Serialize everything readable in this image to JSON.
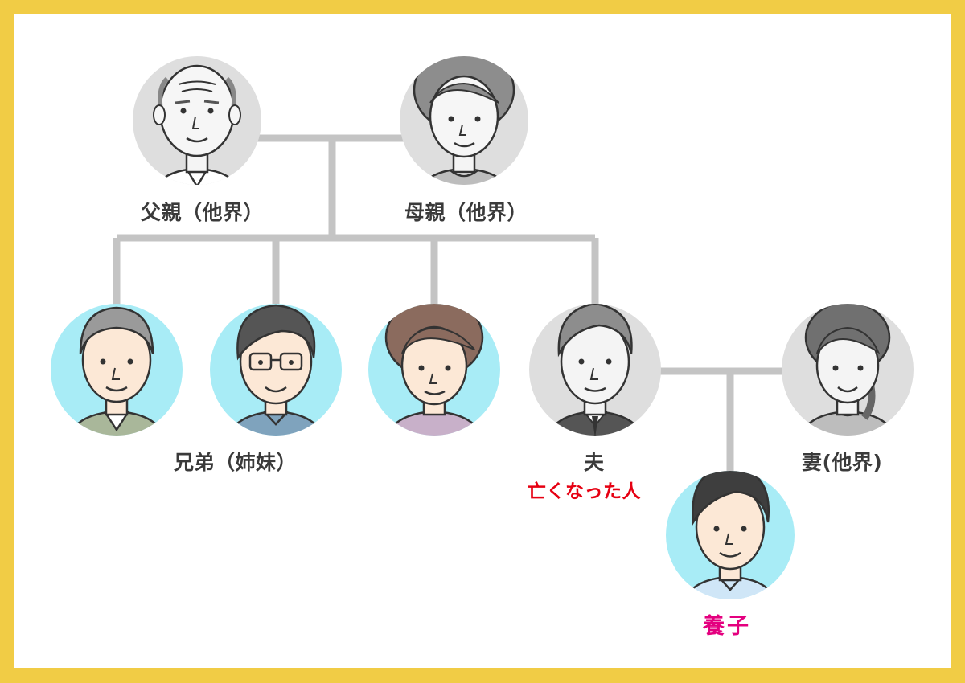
{
  "labels": {
    "father": "父親（他界）",
    "mother": "母親（他界）",
    "siblings": "兄弟（姉妹）",
    "husband": "夫",
    "deceased": "亡くなった人",
    "wife": "妻(他界)",
    "adopted_child": "養子"
  },
  "colors": {
    "frame": "#f1cc45",
    "living_circle": "#a8ecf6",
    "deceased_circle": "#dedede",
    "connector": "#c4c4c4",
    "deceased_label": "#e60012",
    "adopted_label": "#e4007f"
  },
  "icons": [
    "elderly-man-icon",
    "elderly-woman-icon",
    "gray-haired-man-icon",
    "glasses-man-icon",
    "middle-aged-woman-icon",
    "businessman-icon",
    "woman-icon",
    "young-man-icon"
  ]
}
